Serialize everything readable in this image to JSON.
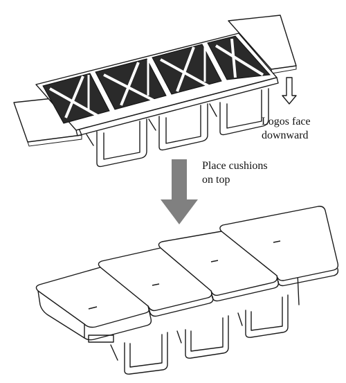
{
  "labels": {
    "logos_face_downward": [
      "Logos face",
      "downward"
    ],
    "place_cushions_on_top": [
      "Place cushions",
      "on top"
    ]
  },
  "colors": {
    "line": "#1a1a1a",
    "arrow": "#808080",
    "background": "#ffffff"
  },
  "icons": {
    "step_arrow": "down-arrow-icon",
    "small_arrow": "down-arrow-outline-icon"
  }
}
